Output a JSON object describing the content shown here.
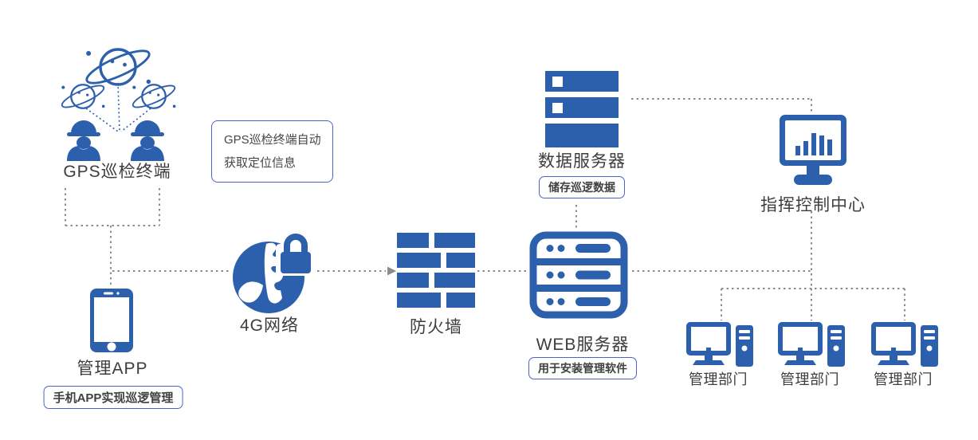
{
  "diagram": {
    "nodes": {
      "gps_terminal": {
        "label": "GPS巡检终端",
        "icon": "satellite-worker-icons"
      },
      "gps_note": {
        "line1": "GPS巡检终端自动",
        "line2": "获取定位信息"
      },
      "data_server": {
        "label": "数据服务器",
        "note": "储存巡逻数据",
        "icon": "server-stack-icon"
      },
      "command_center": {
        "label": "指挥控制中心",
        "icon": "monitor-chart-icon"
      },
      "network_4g": {
        "label": "4G网络",
        "icon": "globe-lock-icon"
      },
      "firewall": {
        "label": "防火墙",
        "icon": "brick-wall-icon"
      },
      "web_server": {
        "label": "WEB服务器",
        "note": "用于安装管理软件",
        "icon": "server-rack-icon"
      },
      "management_app": {
        "label": "管理APP",
        "note": "手机APP实现巡逻管理",
        "icon": "smartphone-icon"
      },
      "departments": [
        {
          "label": "管理部门",
          "icon": "desktop-computer-icon"
        },
        {
          "label": "管理部门",
          "icon": "desktop-computer-icon"
        },
        {
          "label": "管理部门",
          "icon": "desktop-computer-icon"
        }
      ]
    },
    "colors": {
      "icon_blue": "#2c60ac",
      "connector_gray": "#8c8c8c",
      "note_border": "#5161c9",
      "label_text": "#3d3d3d"
    }
  }
}
